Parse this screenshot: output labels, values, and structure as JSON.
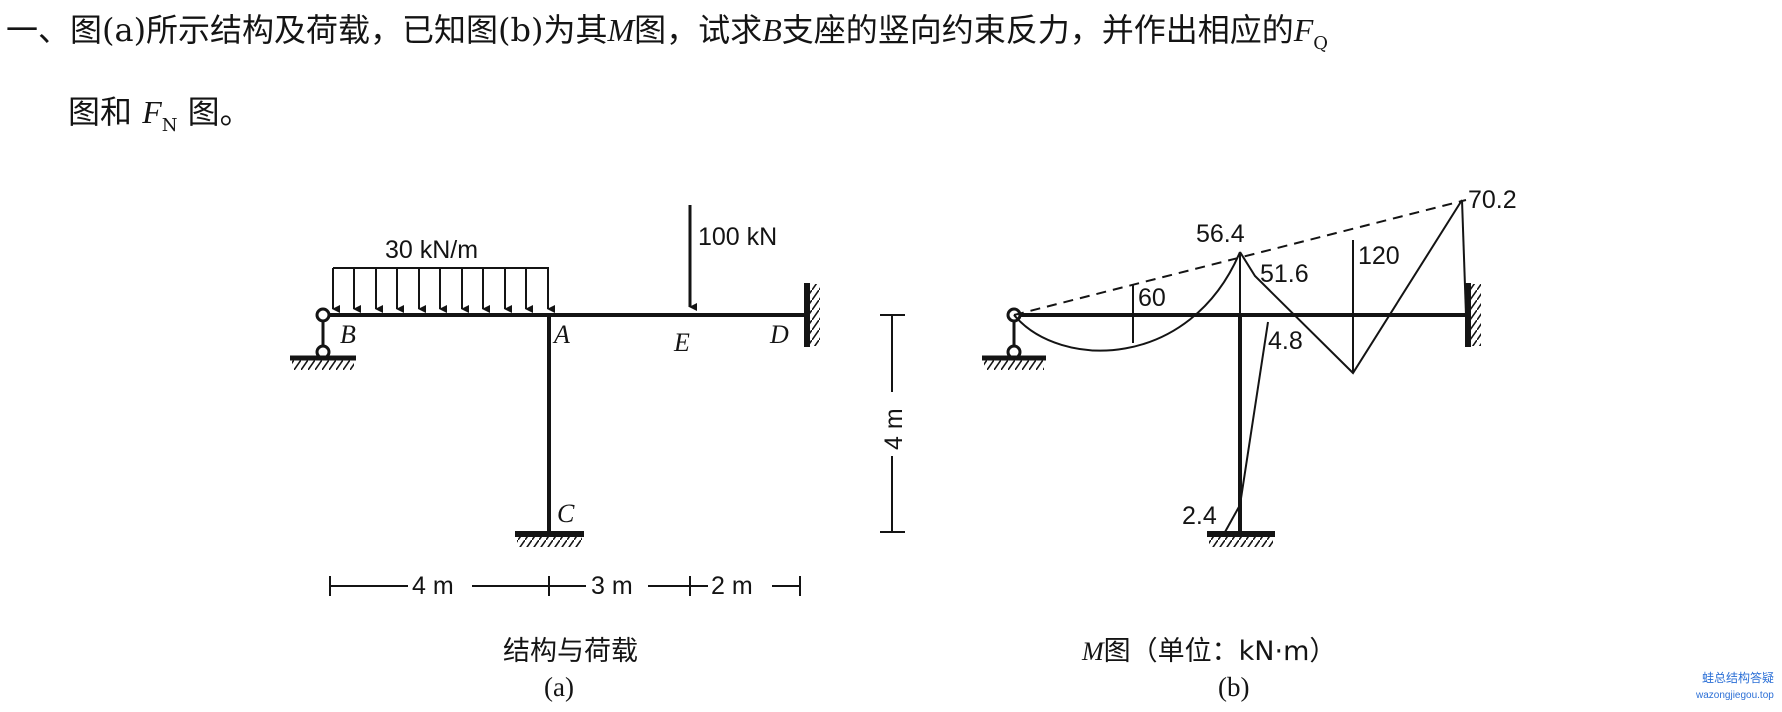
{
  "question": {
    "text_a": "一、图(a)所示结构及荷载，已知图(b)为其",
    "m_symbol": "M",
    "text_b": "图，试求",
    "b_symbol": "B",
    "text_c": "支座的竖向约束反力，并作出相应的",
    "fq_symbol": "F",
    "fq_sub": "Q",
    "text_d": "图和",
    "fn_symbol": "F",
    "fn_sub": "N",
    "text_e": "图。"
  },
  "figure_a": {
    "load_dist": "30 kN/m",
    "load_point": "100 kN",
    "node_b": "B",
    "node_a": "A",
    "node_e": "E",
    "node_d": "D",
    "node_c": "C",
    "dim_1": "4 m",
    "dim_2": "3 m",
    "dim_3": "2 m",
    "dim_h": "4 m",
    "caption": "结构与荷载",
    "label": "(a)"
  },
  "figure_b": {
    "v_56_4": "56.4",
    "v_70_2": "70.2",
    "v_51_6": "51.6",
    "v_120": "120",
    "v_60": "60",
    "v_4_8": "4.8",
    "v_2_4": "2.4",
    "caption_m": "M",
    "caption_rest": "图（单位：kN·m）",
    "label": "(b)"
  },
  "watermark": {
    "line1": "蛙总结构答疑",
    "line2": "wazongjiegou.top"
  }
}
